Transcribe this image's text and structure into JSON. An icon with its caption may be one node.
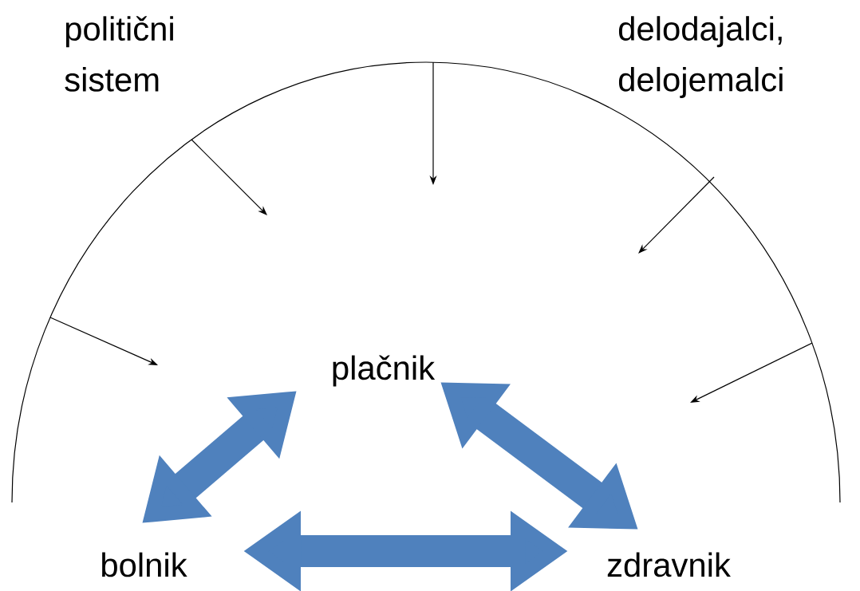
{
  "diagram": {
    "nodes": [
      {
        "text": [
          "politični sistem"
        ]
      },
      {
        "text": [
          "delodajalci, delojemalci"
        ]
      },
      {
        "text": [
          "plačnik"
        ]
      },
      {
        "text": [
          "bolnik"
        ]
      },
      {
        "text": [
          "zdravnik"
        ]
      }
    ],
    "edges": [
      {
        "from": 2,
        "to": 3,
        "arrow": "both"
      },
      {
        "from": 2,
        "to": 4,
        "arrow": "both"
      },
      {
        "from": 3,
        "to": 4,
        "arrow": "both"
      }
    ]
  }
}
